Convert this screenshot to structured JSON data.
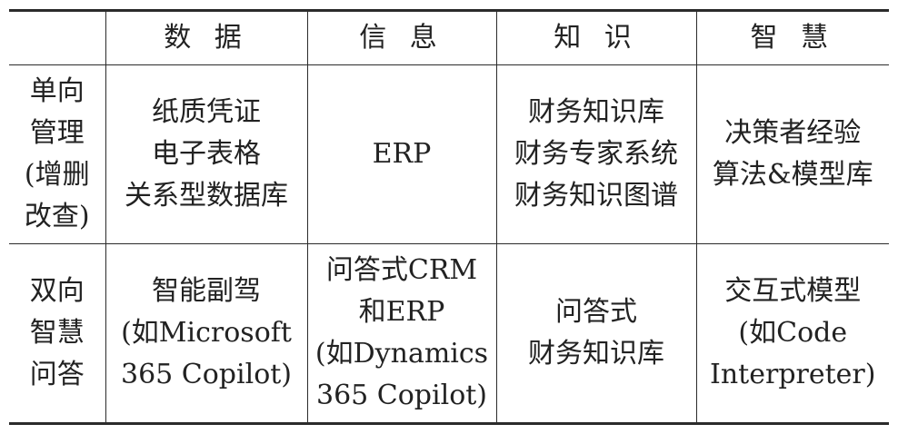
{
  "table": {
    "columns": [
      "",
      "数 据",
      "信 息",
      "知 识",
      "智 慧"
    ],
    "rows": [
      {
        "header": [
          "单向",
          "管理",
          "(增删",
          "改查)"
        ],
        "cells": [
          [
            "纸质凭证",
            "电子表格",
            "关系型数据库"
          ],
          [
            "ERP"
          ],
          [
            "财务知识库",
            "财务专家系统",
            "财务知识图谱"
          ],
          [
            "决策者经验",
            "算法&模型库"
          ]
        ]
      },
      {
        "header": [
          "双向",
          "智慧",
          "问答"
        ],
        "cells": [
          [
            "智能副驾",
            "(如Microsoft",
            "365 Copilot)"
          ],
          [
            "问答式CRM",
            "和ERP",
            "(如Dynamics",
            "365 Copilot)"
          ],
          [
            "问答式",
            "财务知识库"
          ],
          [
            "交互式模型",
            "(如Code",
            "Interpreter)"
          ]
        ]
      }
    ]
  }
}
